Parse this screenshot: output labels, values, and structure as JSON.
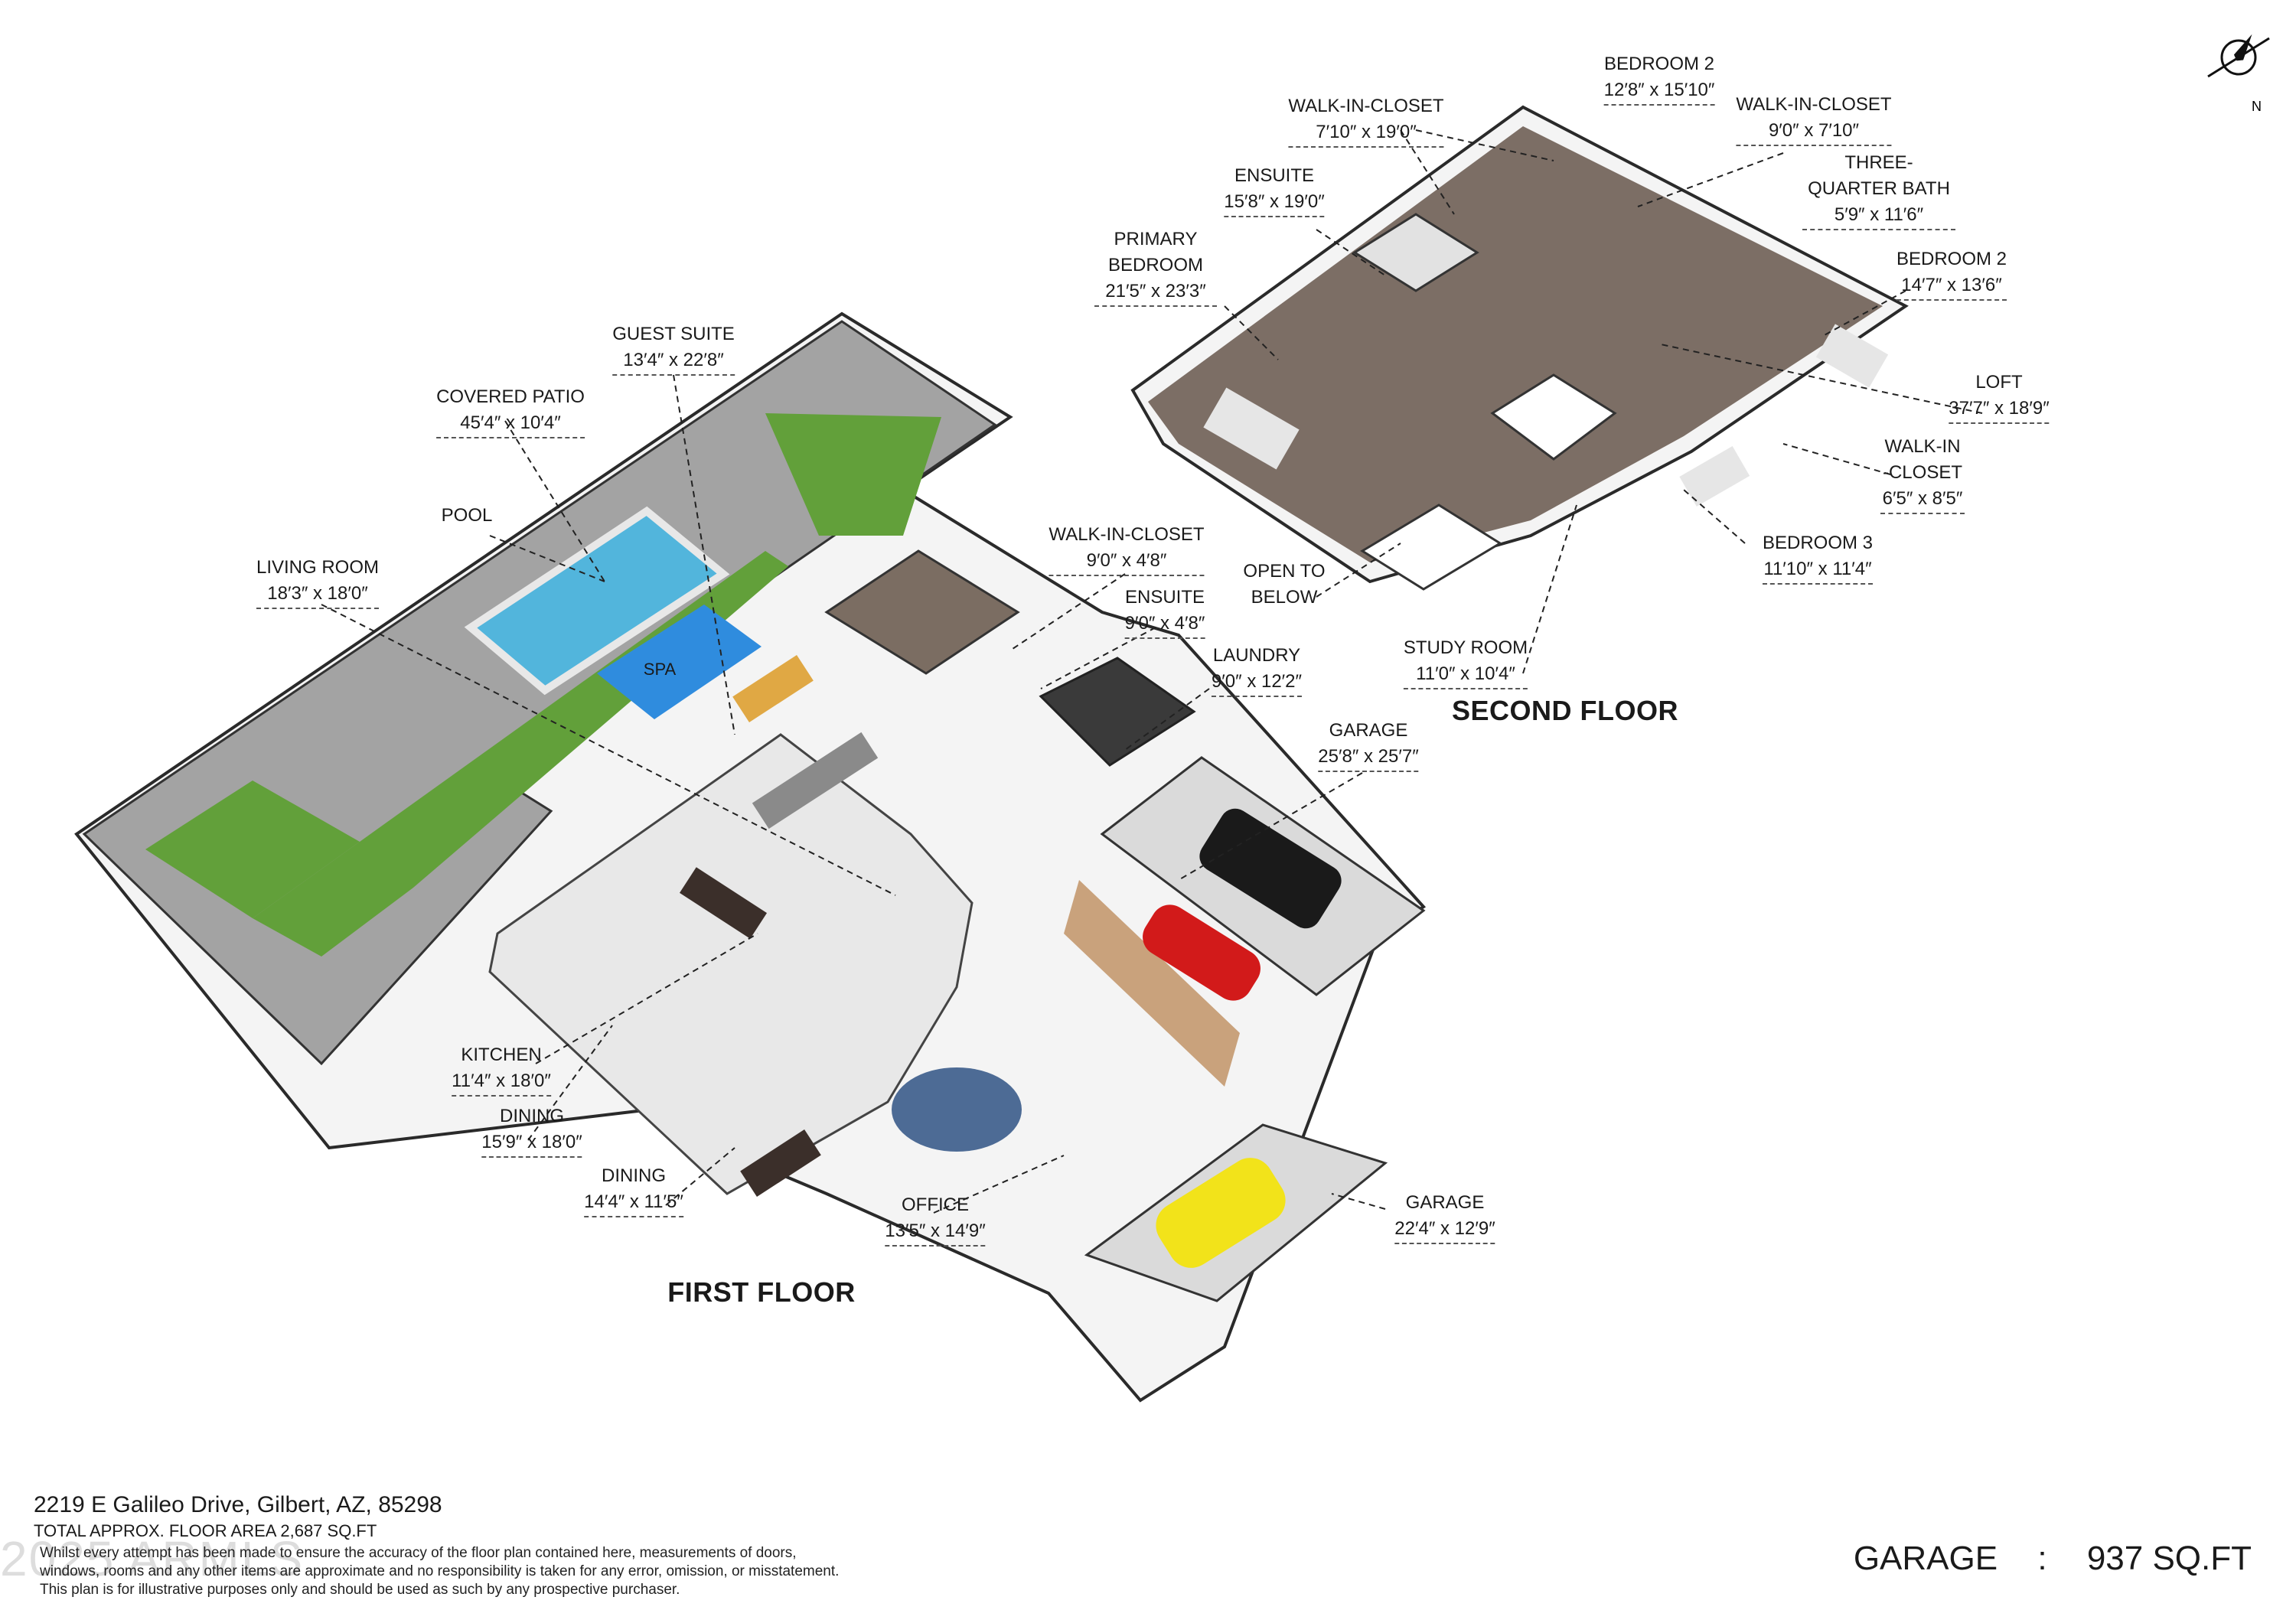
{
  "floors": {
    "first": "FIRST FLOOR",
    "second": "SECOND FLOOR"
  },
  "compass": {
    "north": "N"
  },
  "first_floor_rooms": [
    {
      "name": "GUEST SUITE",
      "dim": "13′4″ x 22′8″"
    },
    {
      "name": "COVERED PATIO",
      "dim": "45′4″ x 10′4″"
    },
    {
      "name": "POOL",
      "dim": ""
    },
    {
      "name": "LIVING ROOM",
      "dim": "18′3″ x 18′0″"
    },
    {
      "name": "SPA",
      "dim": ""
    },
    {
      "name": "WALK-IN-CLOSET",
      "dim": "9′0″ x 4′8″"
    },
    {
      "name": "ENSUITE",
      "dim": "9′0″ x 4′8″"
    },
    {
      "name": "LAUNDRY",
      "dim": "9′0″ x 12′2″"
    },
    {
      "name": "GARAGE",
      "dim": "25′8″ x 25′7″"
    },
    {
      "name": "KITCHEN",
      "dim": "11′4″ x 18′0″"
    },
    {
      "name": "DINING",
      "dim": "15′9″ x 18′0″"
    },
    {
      "name": "DINING",
      "dim": "14′4″ x 11′5″"
    },
    {
      "name": "OFFICE",
      "dim": "13′5″ x 14′9″"
    },
    {
      "name": "GARAGE",
      "dim": "22′4″ x 12′9″"
    }
  ],
  "second_floor_rooms": [
    {
      "name": "BEDROOM 2",
      "dim": "12′8″ x 15′10″"
    },
    {
      "name": "WALK-IN-CLOSET",
      "dim": "7′10″ x 19′0″"
    },
    {
      "name": "WALK-IN-CLOSET",
      "dim": "9′0″ x 7′10″"
    },
    {
      "name": "ENSUITE",
      "dim": "15′8″ x 19′0″"
    },
    {
      "name": "THREE-QUARTER BATH",
      "dim": "5′9″ x 11′6″"
    },
    {
      "name": "PRIMARY BEDROOM",
      "dim": "21′5″ x 23′3″"
    },
    {
      "name": "BEDROOM 2",
      "dim": "14′7″ x 13′6″"
    },
    {
      "name": "LOFT",
      "dim": "37′7″ x 18′9″"
    },
    {
      "name": "WALK-IN -CLOSET",
      "dim": "6′5″ x 8′5″"
    },
    {
      "name": "OPEN TO BELOW",
      "dim": ""
    },
    {
      "name": "BEDROOM 3",
      "dim": "11′10″ x 11′4″"
    },
    {
      "name": "STUDY ROOM",
      "dim": "11′0″ x 10′4″"
    }
  ],
  "footer": {
    "address": "2219 E Galileo Drive, Gilbert, AZ, 85298",
    "total_area": "TOTAL APPROX. FLOOR AREA 2,687 SQ.FT",
    "disclaimer_1": "Whilst every attempt has been made to ensure the accuracy of the floor plan contained here, measurements of doors,",
    "disclaimer_2": "windows, rooms and any other items are approximate and no responsibility is taken for any error, omission, or misstatement.",
    "disclaimer_3": "This plan is for illustrative purposes only and should be used as such by any prospective purchaser.",
    "garage_label": "GARAGE",
    "garage_sep": ":",
    "garage_area": "937 SQ.FT",
    "watermark": "2025 ARMLS"
  },
  "colors": {
    "wall": "#ffffff",
    "wall_edge": "#2a2a2a",
    "floor_light": "#e6e6e6",
    "floor_dark": "#7d7068",
    "patio": "#9c9c9c",
    "grass": "#5f9a38",
    "pool": "#4fb0d6",
    "spa": "#2f8ed8",
    "garage_floor": "#d9d9d9",
    "wood": "#c8a27a"
  }
}
